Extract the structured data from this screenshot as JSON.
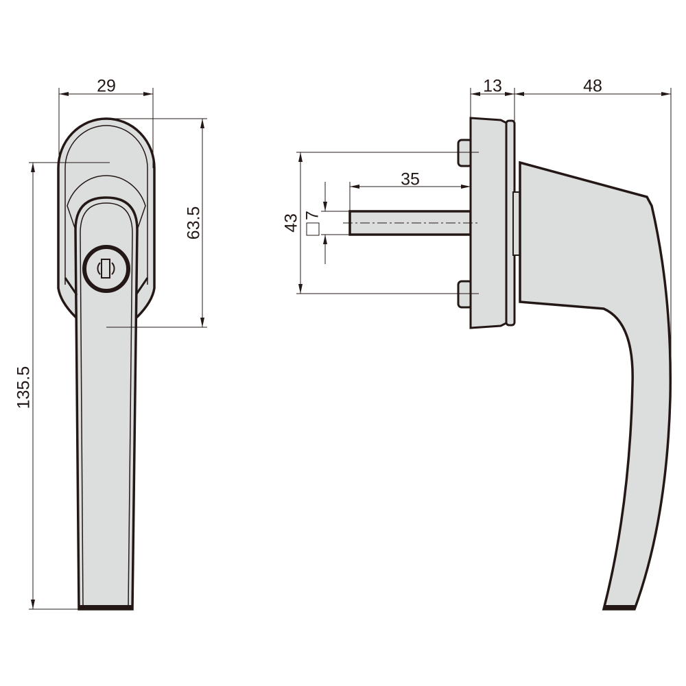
{
  "front_view": {
    "width_label": "29",
    "rose_height_label": "63.5",
    "total_height_label": "135.5"
  },
  "side_view": {
    "plate_depth_label": "13",
    "handle_projection_label": "48",
    "spindle_length_label": "35",
    "screw_spacing_label": "43",
    "spindle_square_label": "7"
  },
  "colors": {
    "fill": "#dcdddd",
    "line": "#231815"
  }
}
